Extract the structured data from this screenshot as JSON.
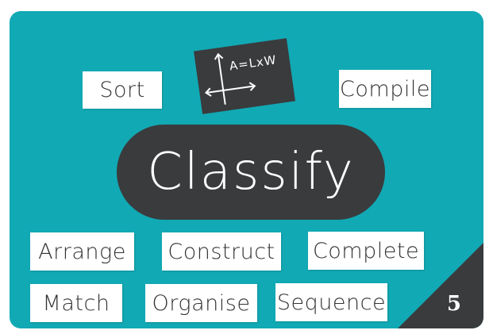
{
  "card": {
    "background_color": "#11a9b4",
    "dark_color": "#3a3b3d",
    "title": "Classify",
    "formula": "A=LxW",
    "page_number": "5",
    "words": {
      "sort": "Sort",
      "compile": "Compile",
      "arrange": "Arrange",
      "construct": "Construct",
      "complete": "Complete",
      "match": "Match",
      "organise": "Organise",
      "sequence": "Sequence"
    }
  }
}
